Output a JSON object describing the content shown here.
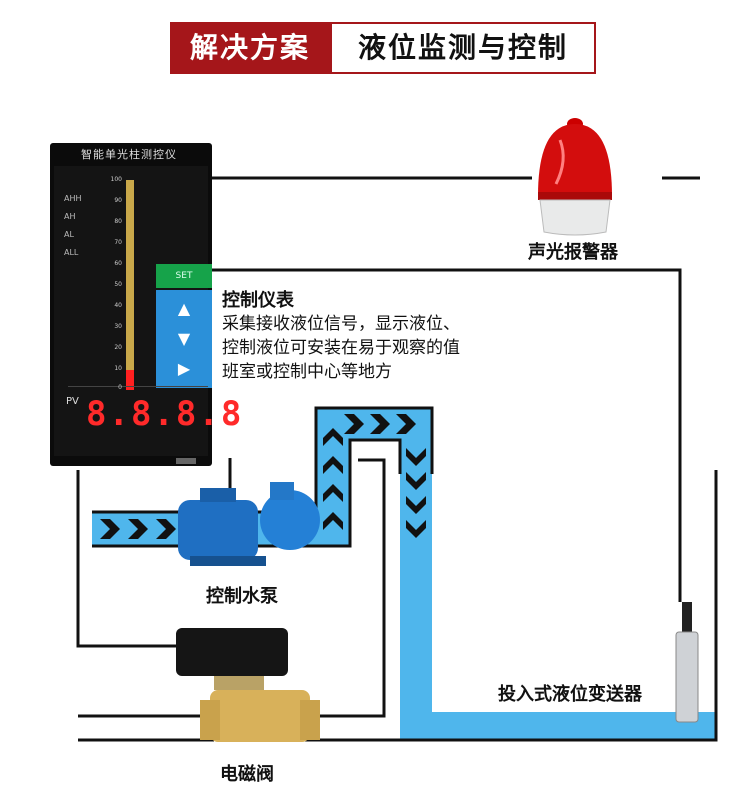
{
  "header": {
    "left": "解决方案",
    "right": "液位监测与控制"
  },
  "controller": {
    "title": "控制仪表",
    "desc_lines": [
      "采集接收液位信号，显示液位、",
      "控制液位可安装在易于观察的值",
      "班室或控制中心等地方"
    ],
    "screen_title": "智能单光柱测控仪",
    "alarms": [
      "AHH",
      "AH",
      "AL",
      "ALL"
    ],
    "pv_label": "PV",
    "digits": "8.8.8.8",
    "scale": [
      "100",
      "90",
      "80",
      "70",
      "60",
      "50",
      "40",
      "30",
      "20",
      "10",
      "0"
    ],
    "level_percent": 8
  },
  "labels": {
    "alarm": "声光报警器",
    "pump": "控制水泵",
    "transmitter": "投入式液位变送器",
    "valve": "电磁阀"
  },
  "colors": {
    "header_red": "#a5161a",
    "water": "#4fb6ec",
    "wire": "#111111"
  }
}
